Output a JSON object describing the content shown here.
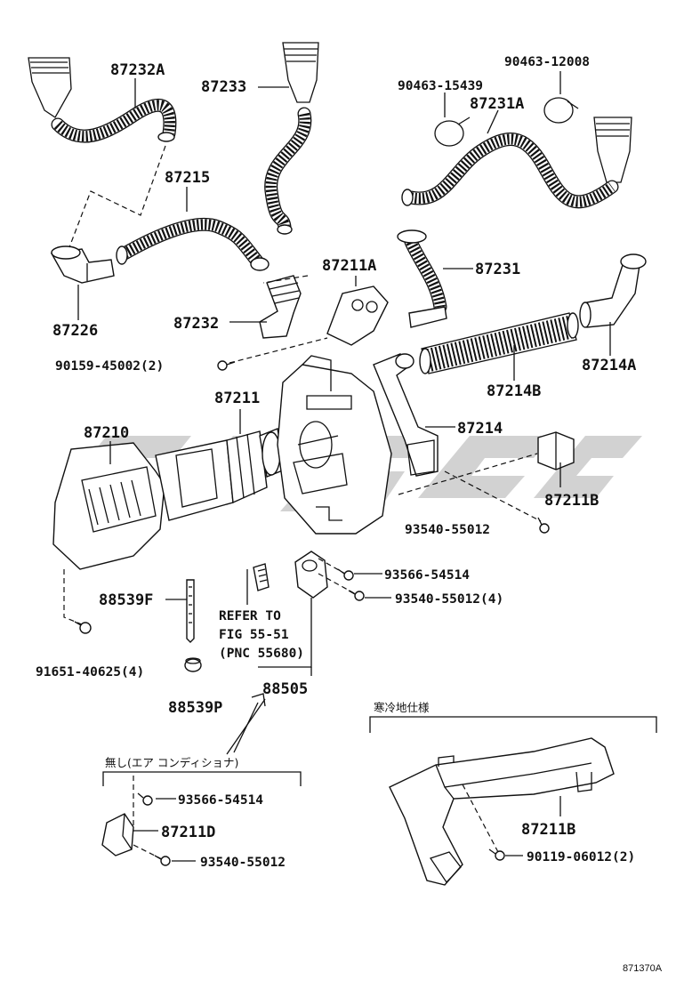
{
  "parts": [
    {
      "id": "p-87232a",
      "part_no": "87232A"
    },
    {
      "id": "p-87233",
      "part_no": "87233"
    },
    {
      "id": "p-90463-12008",
      "part_no": "90463-12008"
    },
    {
      "id": "p-90463-15439",
      "part_no": "90463-15439"
    },
    {
      "id": "p-87231a",
      "part_no": "87231A"
    },
    {
      "id": "p-87215",
      "part_no": "87215"
    },
    {
      "id": "p-87211a",
      "part_no": "87211A"
    },
    {
      "id": "p-87231",
      "part_no": "87231"
    },
    {
      "id": "p-87226",
      "part_no": "87226"
    },
    {
      "id": "p-87232",
      "part_no": "87232"
    },
    {
      "id": "p-87214a",
      "part_no": "87214A"
    },
    {
      "id": "p-90159-45002",
      "part_no": "90159-45002(2)"
    },
    {
      "id": "p-87214b",
      "part_no": "87214B"
    },
    {
      "id": "p-87211",
      "part_no": "87211"
    },
    {
      "id": "p-87210",
      "part_no": "87210"
    },
    {
      "id": "p-87214",
      "part_no": "87214"
    },
    {
      "id": "p-87211b-top",
      "part_no": "87211B"
    },
    {
      "id": "p-93540-55012-a",
      "part_no": "93540-55012"
    },
    {
      "id": "p-93566-54514-a",
      "part_no": "93566-54514"
    },
    {
      "id": "p-93540-55012-4",
      "part_no": "93540-55012(4)"
    },
    {
      "id": "p-88539f",
      "part_no": "88539F"
    },
    {
      "id": "p-91651-40625",
      "part_no": "91651-40625(4)"
    },
    {
      "id": "p-88505",
      "part_no": "88505"
    },
    {
      "id": "p-88539p",
      "part_no": "88539P"
    },
    {
      "id": "p-93566-54514-b",
      "part_no": "93566-54514"
    },
    {
      "id": "p-87211d",
      "part_no": "87211D"
    },
    {
      "id": "p-93540-55012-b",
      "part_no": "93540-55012"
    },
    {
      "id": "p-87211b-bottom",
      "part_no": "87211B"
    },
    {
      "id": "p-90119-06012",
      "part_no": "90119-06012(2)"
    }
  ],
  "refer": {
    "line1": "REFER TO",
    "line2": "FIG 55-51",
    "line3": "(PNC 55680)"
  },
  "notes": {
    "no_aircon": "無し(エア コンディショナ)",
    "cold_spec": "寒冷地仕様"
  },
  "figure_id": "871370A"
}
